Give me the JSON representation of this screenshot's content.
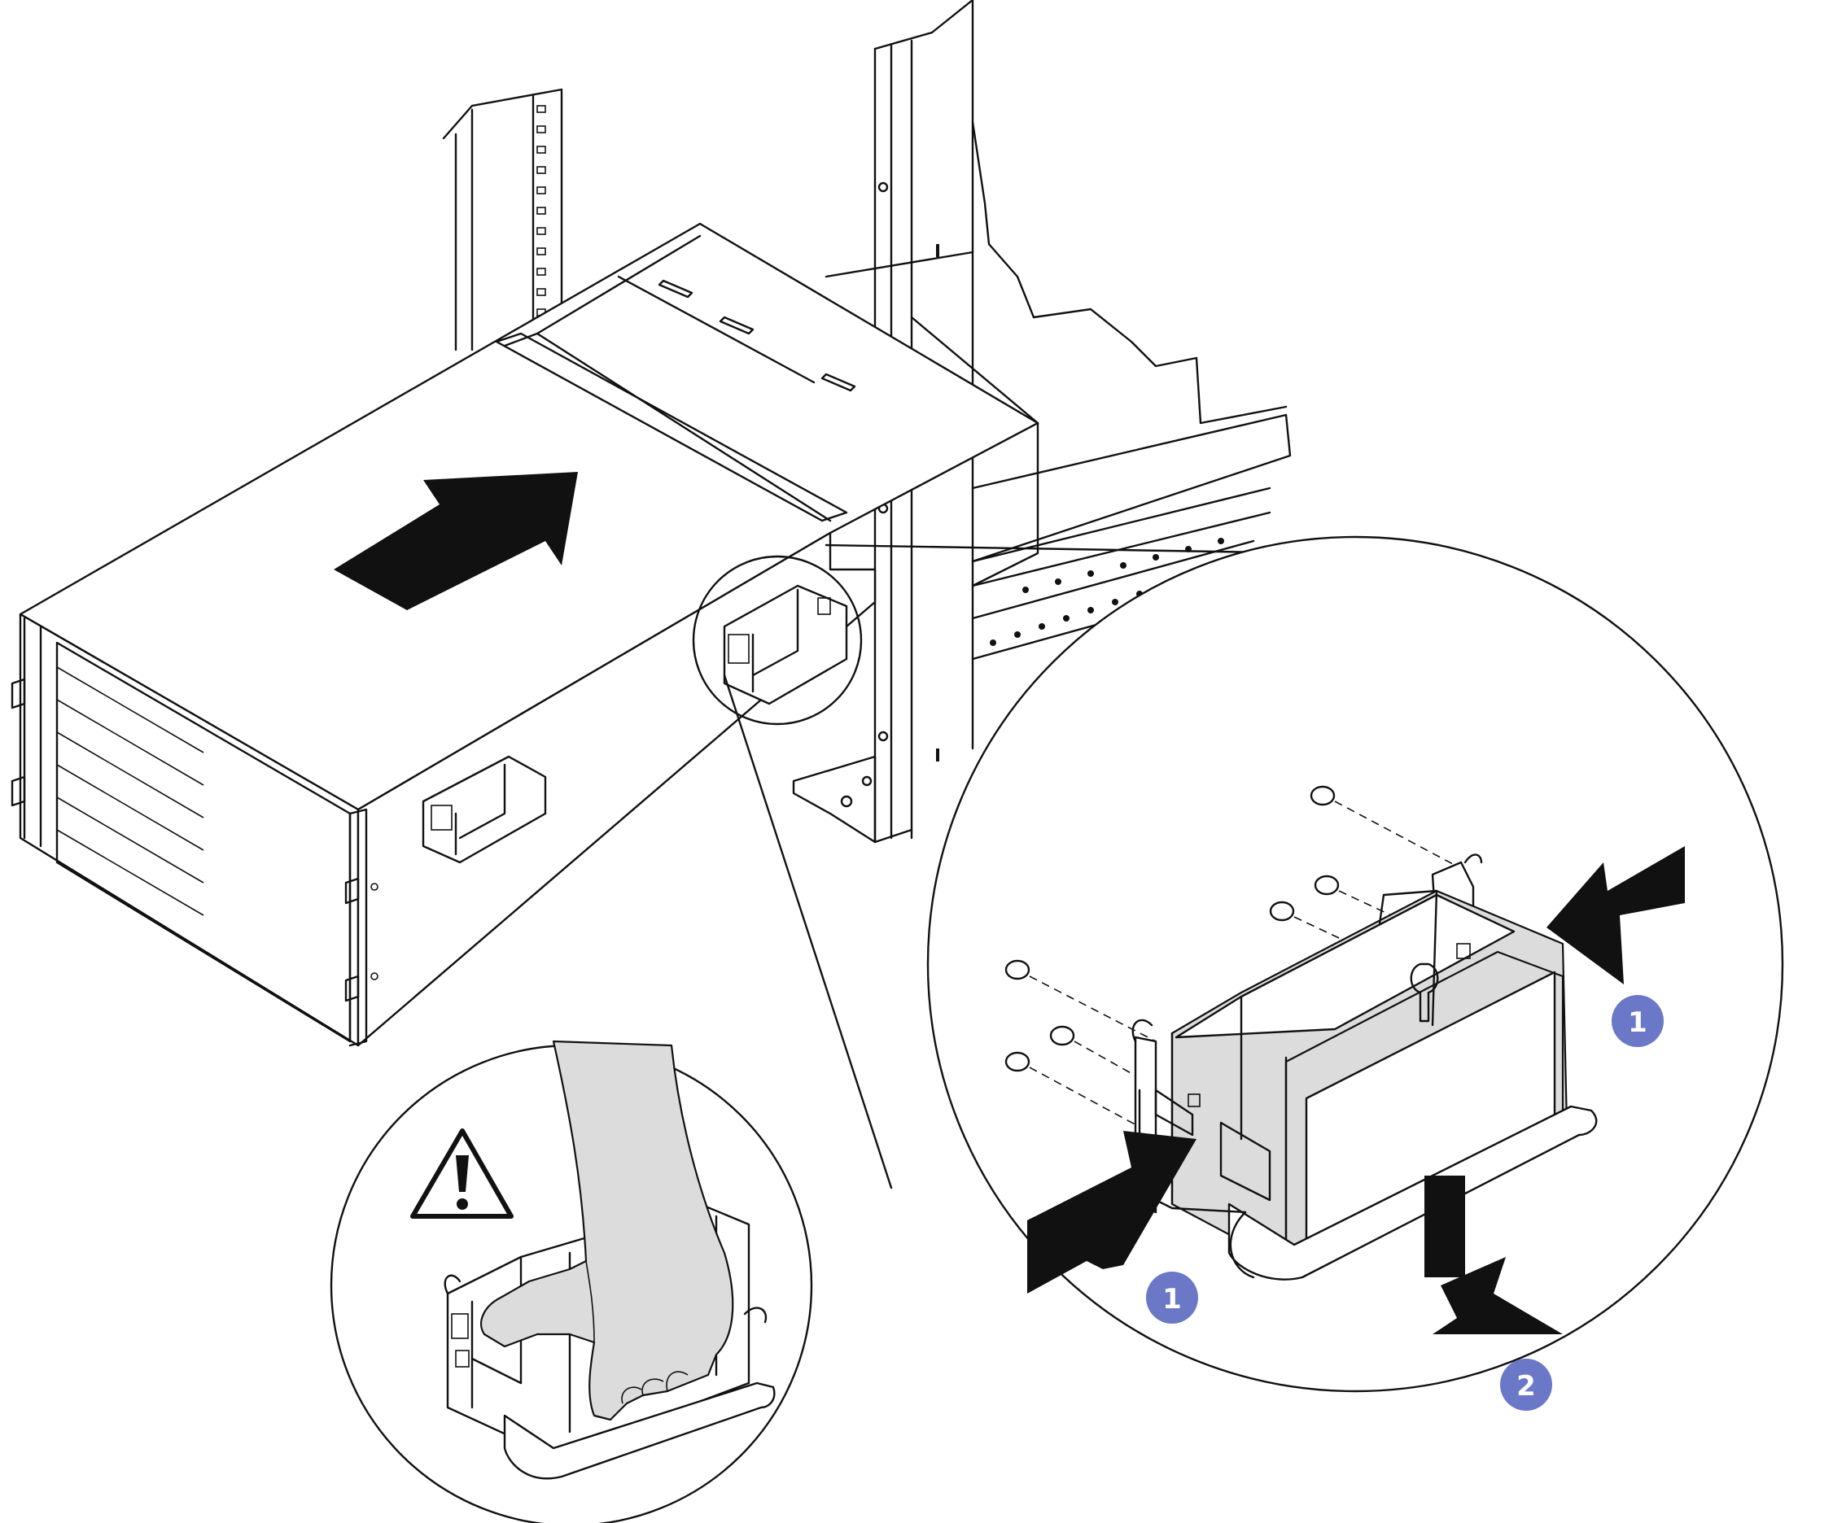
{
  "figure": {
    "description_labels": [],
    "callouts": [
      {
        "id": "callout-1a",
        "label": "1"
      },
      {
        "id": "callout-1b",
        "label": "1"
      },
      {
        "id": "callout-2",
        "label": "2"
      }
    ],
    "callout_color": "#6b78c8",
    "warning_icon": "warning-triangle-icon"
  }
}
